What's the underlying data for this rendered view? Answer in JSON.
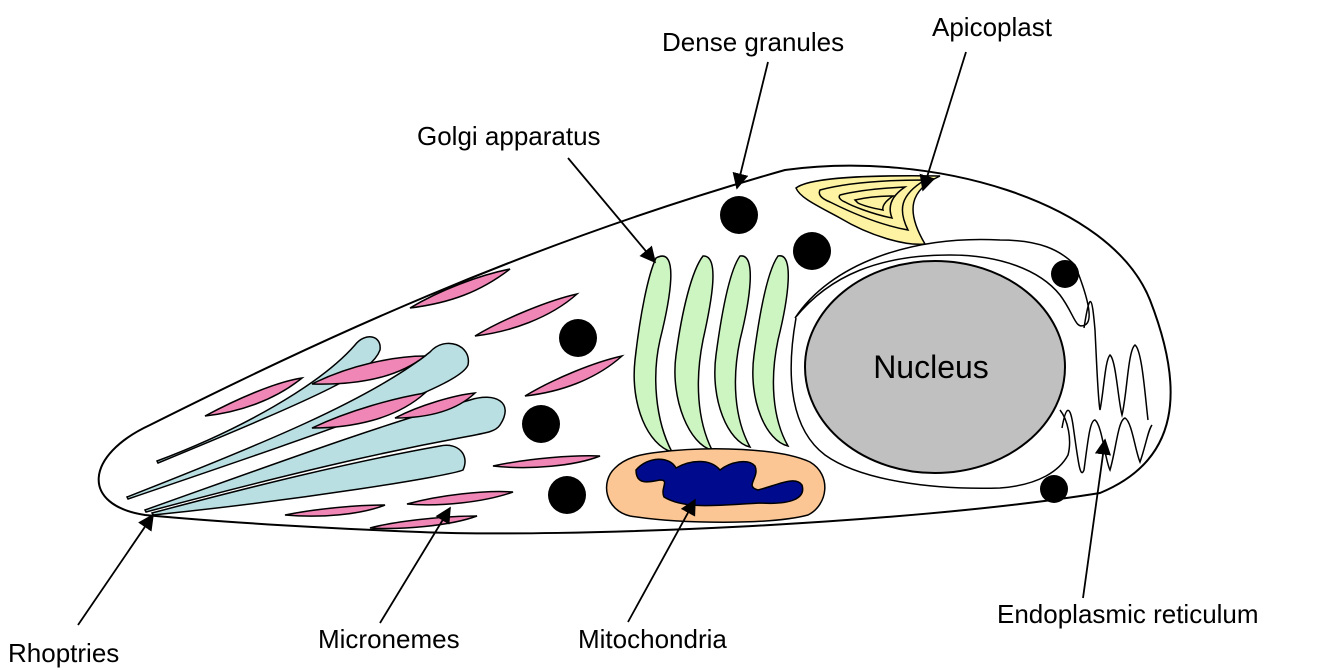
{
  "labels": {
    "dense_granules": "Dense granules",
    "apicoplast": "Apicoplast",
    "golgi": "Golgi apparatus",
    "nucleus": "Nucleus",
    "rhoptries": "Rhoptries",
    "micronemes": "Micronemes",
    "mitochondria": "Mitochondria",
    "er": "Endoplasmic reticulum"
  },
  "colors": {
    "outline": "#000000",
    "rhoptry_fill": "#b9dfe2",
    "microneme_fill": "#ef86b6",
    "golgi_fill": "#cdf5c1",
    "apicoplast_fill": "#fdf3a3",
    "mitochondrion_fill": "#fbc694",
    "mitochondrion_inner": "#000a8c",
    "nucleus_fill": "#c0c0c0",
    "granule_fill": "#000000"
  }
}
